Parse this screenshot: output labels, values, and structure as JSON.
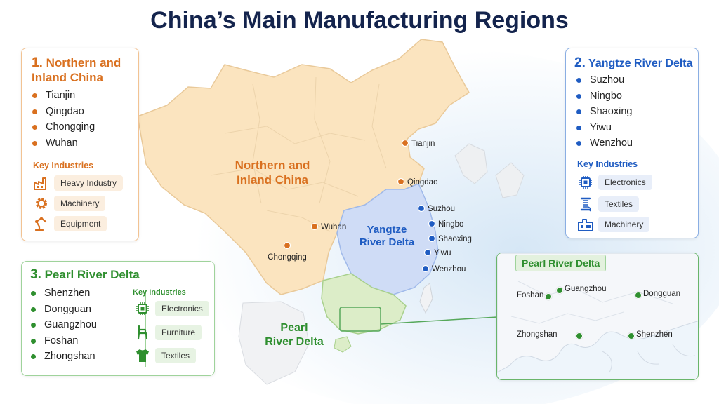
{
  "title": "China’s Main Manufacturing Regions",
  "colors": {
    "northern": "#d9701f",
    "yangtze": "#1f5cc2",
    "pearl": "#2f8f2f",
    "land_north": "#fbe4bf",
    "land_yangtze": "#cfdcf6",
    "land_pearl": "#dcedc8",
    "sea": "#e4eff9"
  },
  "map": {
    "northern_label": [
      "Northern and",
      "Inland China"
    ],
    "yangtze_label": [
      "Yangtze",
      "River Delta"
    ],
    "pearl_label": [
      "Pearl",
      "River Delta"
    ],
    "cities": [
      {
        "name": "Tianjin",
        "region": "northern"
      },
      {
        "name": "Qingdao",
        "region": "northern"
      },
      {
        "name": "Wuhan",
        "region": "northern"
      },
      {
        "name": "Chongqing",
        "region": "northern"
      },
      {
        "name": "Suzhou",
        "region": "yangtze"
      },
      {
        "name": "Ningbo",
        "region": "yangtze"
      },
      {
        "name": "Shaoxing",
        "region": "yangtze"
      },
      {
        "name": "Yiwu",
        "region": "yangtze"
      },
      {
        "name": "Wenzhou",
        "region": "yangtze"
      }
    ]
  },
  "panels": {
    "northern": {
      "number": "1.",
      "title_lines": [
        "Northern and",
        "Inland China"
      ],
      "cities": [
        "Tianjin",
        "Qingdao",
        "Chongqing",
        "Wuhan"
      ],
      "key_industries_label": "Key Industries",
      "industries": [
        {
          "label": "Heavy Industry",
          "icon": "factory-icon"
        },
        {
          "label": "Machinery",
          "icon": "gear-icon"
        },
        {
          "label": "Equipment",
          "icon": "robotic-arm-icon"
        }
      ]
    },
    "yangtze": {
      "number": "2.",
      "title": "Yangtze River Delta",
      "cities": [
        "Suzhou",
        "Ningbo",
        "Shaoxing",
        "Yiwu",
        "Wenzhou"
      ],
      "key_industries_label": "Key Industries",
      "industries": [
        {
          "label": "Electronics",
          "icon": "chip-icon"
        },
        {
          "label": "Textiles",
          "icon": "thread-spool-icon"
        },
        {
          "label": "Machinery",
          "icon": "factory-machine-icon"
        }
      ]
    },
    "pearl": {
      "number": "3.",
      "title": "Pearl River Delta",
      "cities": [
        "Shenzhen",
        "Dongguan",
        "Guangzhou",
        "Foshan",
        "Zhongshan"
      ],
      "key_industries_label": "Key Industries",
      "industries": [
        {
          "label": "Electronics",
          "icon": "chip-icon"
        },
        {
          "label": "Furniture",
          "icon": "chair-icon"
        },
        {
          "label": "Textiles",
          "icon": "t-shirt-icon"
        }
      ]
    }
  },
  "inset": {
    "title": "Pearl River Delta",
    "cities": [
      "Foshan",
      "Guangzhou",
      "Dongguan",
      "Zhongshan",
      "Shenzhen"
    ]
  }
}
